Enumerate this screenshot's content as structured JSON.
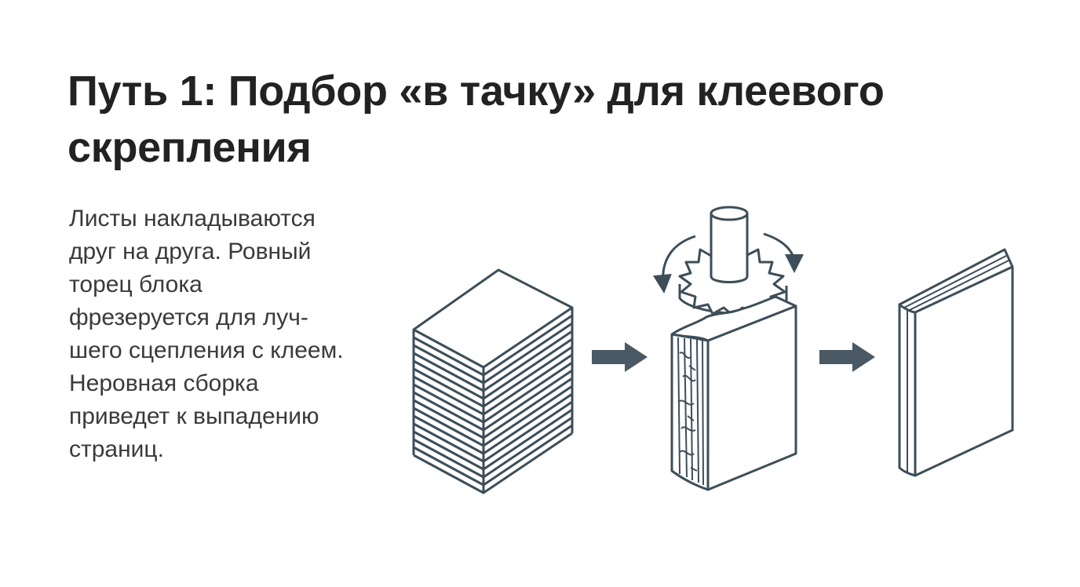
{
  "title": {
    "line1": "Путь 1: Подбор «в тачку» для клеевого",
    "line2": "скрепления"
  },
  "description": {
    "lines": [
      "Листы накладываются",
      "друг на друга. Ровный",
      "торец блока",
      "фрезеруется для луч-",
      "шего сцепления с клеем.",
      "Неровная сборка",
      "приведет к выпадению",
      "страниц."
    ]
  },
  "colors": {
    "stroke": "#3d4e58",
    "arrow": "#4a5963",
    "text": "#222222",
    "background": "#ffffff"
  },
  "icons": [
    "paper-stack-icon",
    "arrow-right-icon",
    "milling-cutter-icon",
    "milled-block-icon",
    "bound-book-icon"
  ]
}
